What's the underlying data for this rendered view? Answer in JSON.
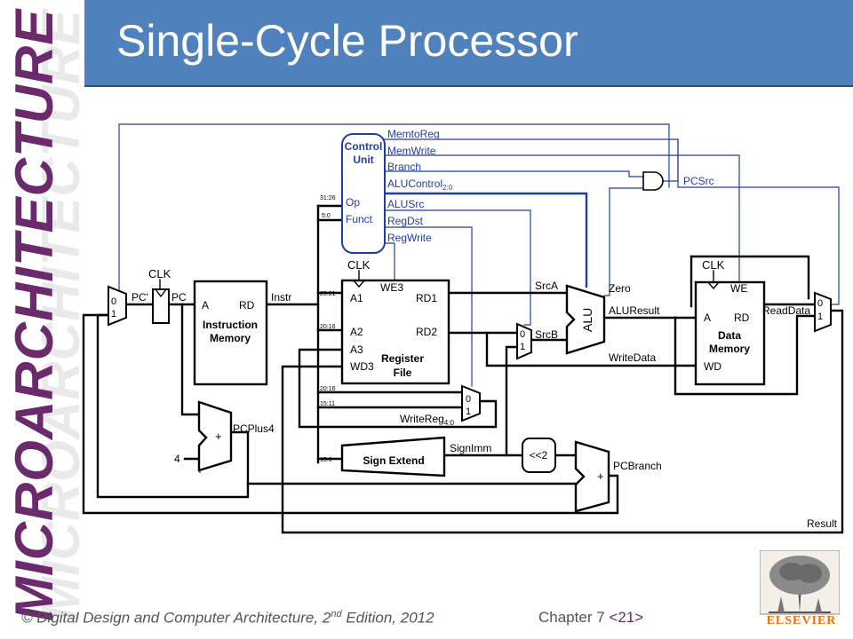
{
  "slide": {
    "title": "Single-Cycle Processor",
    "side_word": "MICROARCHITECTURE",
    "accent_color": "#4f81bd",
    "side_color": "#6b2a6b"
  },
  "footer": {
    "symbol": "©",
    "book": "Digital Design and Computer Architecture",
    "edition_num": "2",
    "edition_sup": "nd",
    "edition_rest": "Edition, 2012",
    "chapter": "Chapter 7",
    "page": "<21>"
  },
  "logo": {
    "text": "ELSEVIER"
  },
  "diagram": {
    "control_unit": {
      "title_line1": "Control",
      "title_line2": "Unit",
      "op": "Op",
      "funct": "Funct"
    },
    "control_signals": {
      "memtoreg": "MemtoReg",
      "memwrite": "MemWrite",
      "branch": "Branch",
      "alucontrol": "ALUControl",
      "alucontrol_sub": "2:0",
      "alusrc": "ALUSrc",
      "regdst": "RegDst",
      "regwrite": "RegWrite"
    },
    "pcsrc": "PCSrc",
    "clk": "CLK",
    "pc_prime": "PC'",
    "pc": "PC",
    "instruction_memory": {
      "a": "A",
      "rd": "RD",
      "name_line1": "Instruction",
      "name_line2": "Memory"
    },
    "instr": "Instr",
    "bit_ranges": {
      "op": "31:26",
      "funct": "5:0",
      "rs": "25:21",
      "rt": "20:16",
      "rt2": "20:16",
      "rd": "15:11",
      "imm": "15:0"
    },
    "register_file": {
      "a1": "A1",
      "a2": "A2",
      "a3": "A3",
      "wd3": "WD3",
      "we3": "WE3",
      "rd1": "RD1",
      "rd2": "RD2",
      "name_line1": "Register",
      "name_line2": "File"
    },
    "srca": "SrcA",
    "srcb": "SrcB",
    "alu": "ALU",
    "zero": "Zero",
    "aluresult": "ALUResult",
    "writedata": "WriteData",
    "data_memory": {
      "we": "WE",
      "a": "A",
      "rd": "RD",
      "wd": "WD",
      "name_line1": "Data",
      "name_line2": "Memory"
    },
    "readdata": "ReadData",
    "writereg": "WriteReg",
    "writereg_sub": "4:0",
    "sign_extend": "Sign Extend",
    "signimm": "SignImm",
    "shift": "<<2",
    "pcplus4": "PCPlus4",
    "four": "4",
    "plus": "+",
    "pcbranch": "PCBranch",
    "result": "Result",
    "mux0": "0",
    "mux1": "1"
  }
}
